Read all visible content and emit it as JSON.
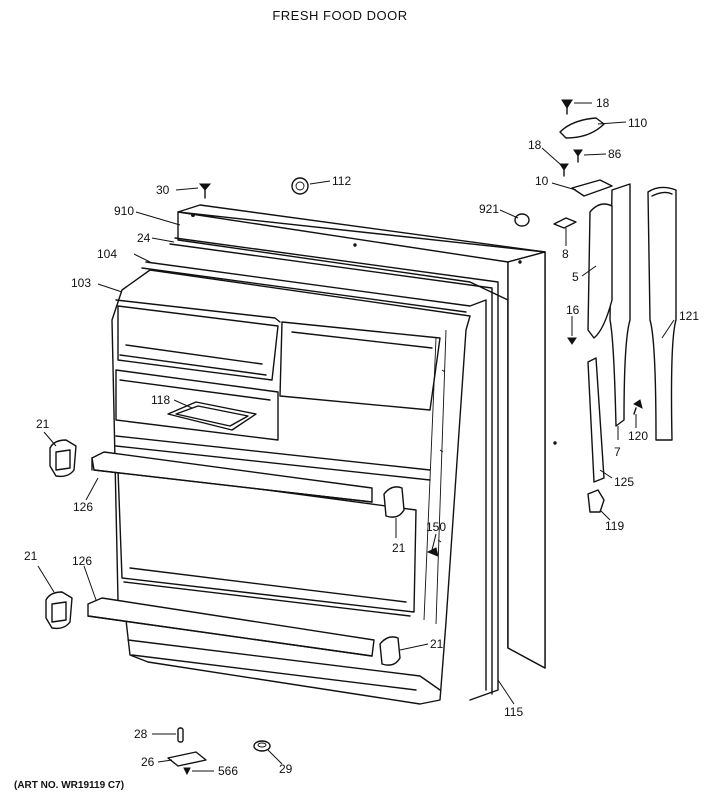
{
  "title": "FRESH FOOD DOOR",
  "art_no": "(ART NO. WR19119 C7)",
  "callouts": {
    "c18a": "18",
    "c110": "110",
    "c18b": "18",
    "c86": "86",
    "c10": "10",
    "c30": "30",
    "c112": "112",
    "c910": "910",
    "c921": "921",
    "c8": "8",
    "c24": "24",
    "c104": "104",
    "c103": "103",
    "c5": "5",
    "c16": "16",
    "c121": "121",
    "c118": "118",
    "c21a": "21",
    "c7": "7",
    "c120": "120",
    "c126a": "126",
    "c125": "125",
    "c21b": "21",
    "c119": "119",
    "c150": "150",
    "c21c": "21",
    "c126b": "126",
    "c21d": "21",
    "c115": "115",
    "c28": "28",
    "c26": "26",
    "c566": "566",
    "c29": "29"
  }
}
